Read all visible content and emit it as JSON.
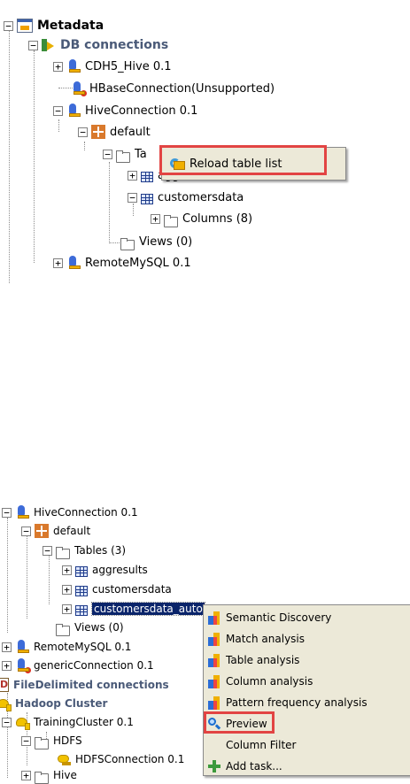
{
  "top_tree": {
    "metadata": "Metadata",
    "db_connections": "DB connections",
    "cdh5_hive": "CDH5_Hive 0.1",
    "hbase": "HBaseConnection(Unsupported)",
    "hive": "HiveConnection 0.1",
    "default": "default",
    "tables_partial": "Ta",
    "aggresults_partial": "aggresults",
    "customersdata": "customersdata",
    "columns": "Columns (8)",
    "views": "Views (0)",
    "remote_mysql": "RemoteMySQL 0.1"
  },
  "top_menu": {
    "reload": "Reload table list"
  },
  "bottom_tree": {
    "hive": "HiveConnection 0.1",
    "default": "default",
    "tables": "Tables (3)",
    "aggresults": "aggresults",
    "customersdata": "customersdata",
    "customersdata_auto": "customersdata_auto",
    "views": "Views (0)",
    "remote_mysql": "RemoteMySQL 0.1",
    "generic": "genericConnection 0.1",
    "file_delimited": "FileDelimited connections",
    "hadoop_cluster": "Hadoop Cluster",
    "training_cluster": "TrainingCluster 0.1",
    "hdfs": "HDFS",
    "hdfs_conn": "HDFSConnection 0.1",
    "hive_folder": "Hive"
  },
  "bottom_menu": {
    "items": [
      {
        "label": "Semantic Discovery",
        "icon": "analysis-icon"
      },
      {
        "label": "Match analysis",
        "icon": "analysis-icon"
      },
      {
        "label": "Table analysis",
        "icon": "analysis-icon"
      },
      {
        "label": "Column analysis",
        "icon": "analysis-icon"
      },
      {
        "label": "Pattern frequency analysis",
        "icon": "analysis-icon"
      },
      {
        "label": "Preview",
        "icon": "magnifier-icon"
      },
      {
        "label": "Column Filter",
        "icon": ""
      },
      {
        "label": "Add task...",
        "icon": "plus-icon"
      }
    ]
  },
  "colors": {
    "selection": "#0a246a",
    "highlight": "#e24443",
    "menu_bg": "#ece9d8"
  }
}
